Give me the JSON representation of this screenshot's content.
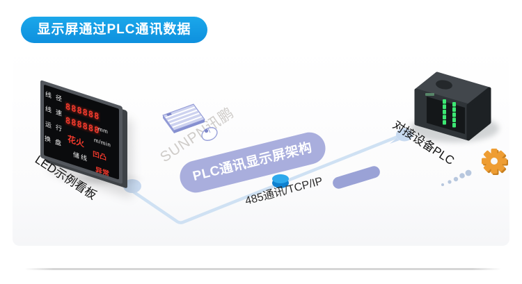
{
  "banner": {
    "label": "显示屏通过PLC通讯数据"
  },
  "watermark": {
    "text": "SUNPN讯鹏"
  },
  "led_board": {
    "caption": "LED示例看板",
    "row_labels": [
      "线径",
      "线速",
      "运行",
      "换盘"
    ],
    "display_line1": "888888",
    "display_line2": "888888",
    "unit1": "mm",
    "unit2": "m/min",
    "status_spark": "花火",
    "status_store": "储线",
    "status_bump": "凹凸",
    "status_error": "异常"
  },
  "architecture": {
    "pill_label": "PLC通讯显示屏架构",
    "link_label": "485通讯/TCP/IP"
  },
  "plc": {
    "caption": "对接设备PLC"
  },
  "colors": {
    "banner_blue": "#149ce4",
    "connector_blue": "#cfe1f3",
    "pill_lavender": "#a9aedd",
    "disc_blue": "#2ea9ec",
    "led_red": "#f2392c",
    "led_green": "#3ce873",
    "gear_orange": "#ee9d33"
  }
}
